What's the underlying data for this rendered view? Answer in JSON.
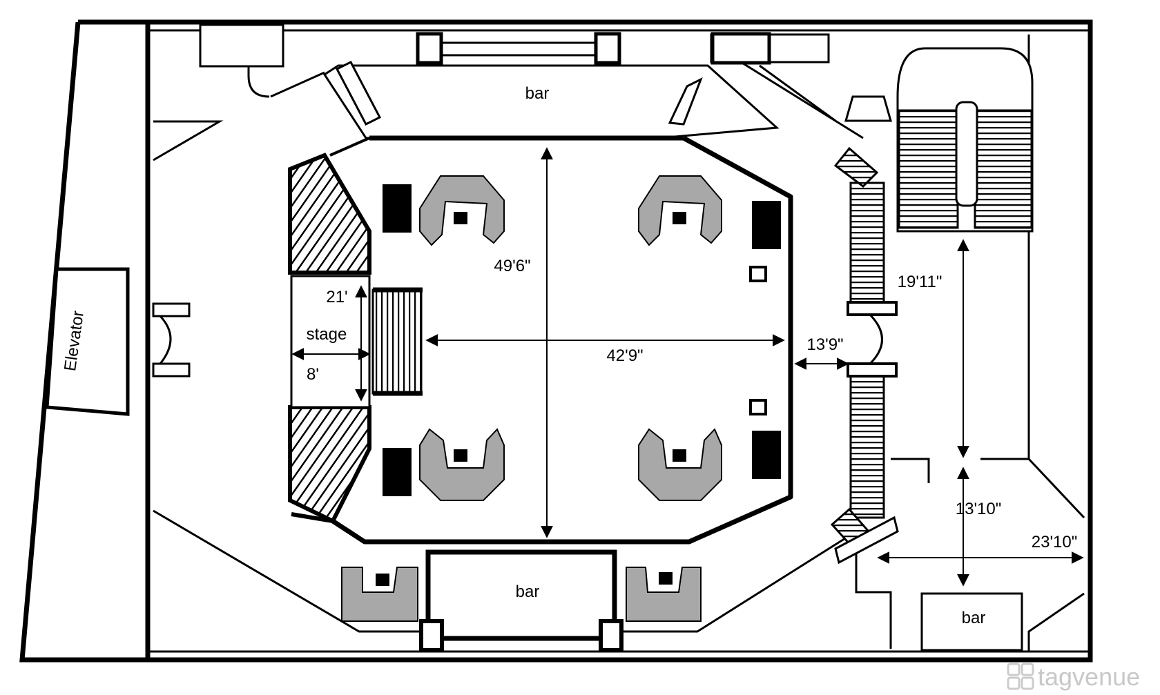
{
  "labels": {
    "bar_top": "bar",
    "bar_bottom": "bar",
    "bar_right": "bar",
    "stage": "stage",
    "elevator": "Elevator"
  },
  "dimensions": {
    "hall_length": "49'6\"",
    "hall_width": "42'9\"",
    "stage_depth": "21'",
    "stage_width": "8'",
    "corridor": "13'9\"",
    "stair_span": "19'11\"",
    "lobby_depth": "13'10\"",
    "lobby_width": "23'10\""
  },
  "watermark": "tagvenue",
  "colors": {
    "line": "#000000",
    "booth": "#a8a8a8",
    "watermark": "#cccccc"
  }
}
